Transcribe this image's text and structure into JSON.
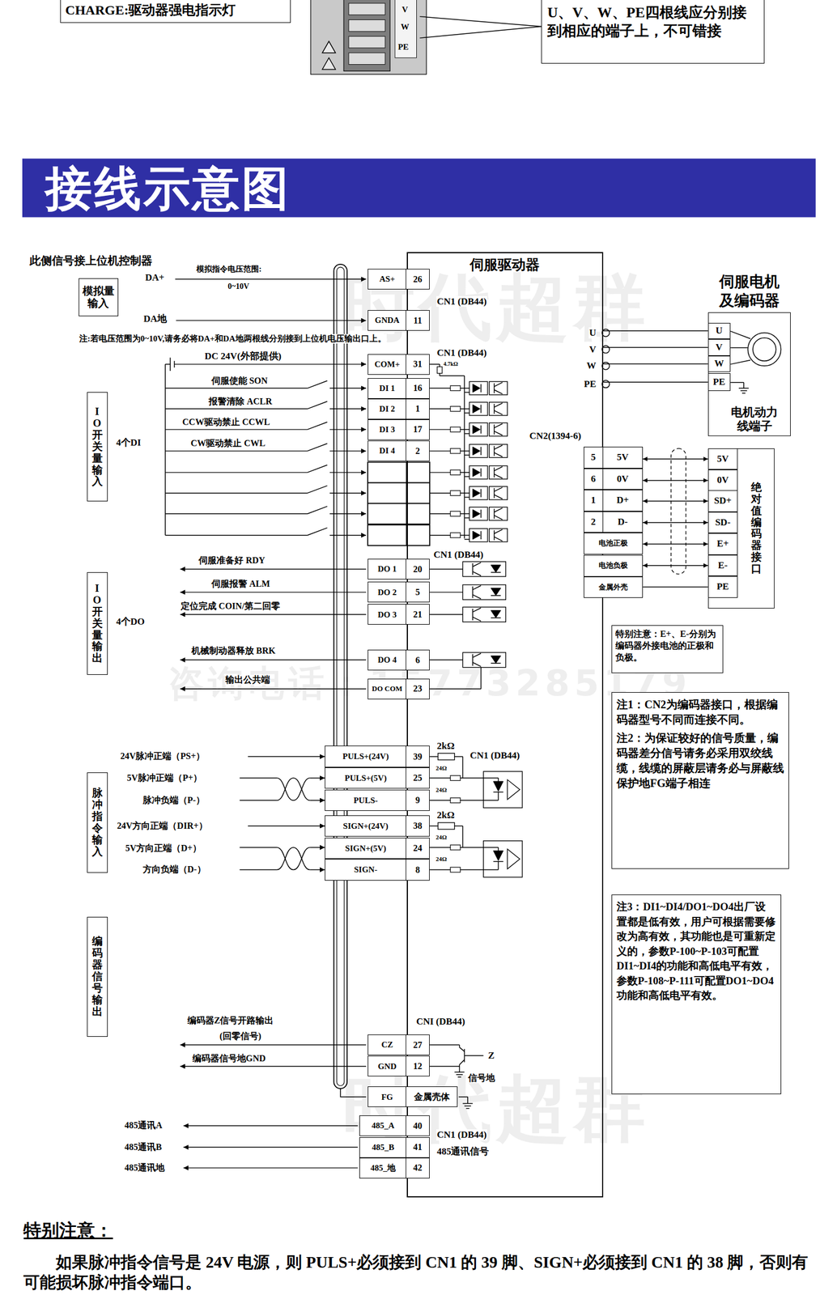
{
  "diagram": {
    "title": "接线示意图",
    "nodes": [
      {
        "text": [
          "CHARGE:驱动器强电指示灯"
        ]
      },
      {
        "text": [
          "U、V、W、PE四根线应分别接到相应的端子上，不可错接"
        ]
      },
      {
        "text": [
          "模拟量输入"
        ]
      },
      {
        "text": [
          "IO开关量输入"
        ]
      },
      {
        "text": [
          "IO开关量输出"
        ]
      },
      {
        "text": [
          "脉冲指令输入"
        ]
      },
      {
        "text": [
          "编码器信号输出"
        ]
      },
      {
        "text": [
          "伺服驱动器"
        ]
      },
      {
        "text": [
          "AS+",
          "26"
        ]
      },
      {
        "text": [
          "GNDA",
          "11"
        ]
      },
      {
        "text": [
          "COM+",
          "31"
        ]
      },
      {
        "text": [
          "DI 1",
          "16"
        ]
      },
      {
        "text": [
          "DI 2",
          "1"
        ]
      },
      {
        "text": [
          "DI 3",
          "17"
        ]
      },
      {
        "text": [
          "DI 4",
          "2"
        ]
      },
      {
        "text": [
          "DO 1",
          "20"
        ]
      },
      {
        "text": [
          "DO 2",
          "5"
        ]
      },
      {
        "text": [
          "DO 3",
          "21"
        ]
      },
      {
        "text": [
          "DO 4",
          "6"
        ]
      },
      {
        "text": [
          "DO COM",
          "23"
        ]
      },
      {
        "text": [
          "PULS+(24V)",
          "39"
        ]
      },
      {
        "text": [
          "PULS+(5V)",
          "25"
        ]
      },
      {
        "text": [
          "PULS-",
          "9"
        ]
      },
      {
        "text": [
          "SIGN+(24V)",
          "38"
        ]
      },
      {
        "text": [
          "SIGN+(5V)",
          "24"
        ]
      },
      {
        "text": [
          "SIGN-",
          "8"
        ]
      },
      {
        "text": [
          "CZ",
          "27"
        ]
      },
      {
        "text": [
          "GND",
          "12"
        ]
      },
      {
        "text": [
          "FG",
          "金属壳体"
        ]
      },
      {
        "text": [
          "485_A",
          "40"
        ]
      },
      {
        "text": [
          "485_B",
          "41"
        ]
      },
      {
        "text": [
          "485_地",
          "42"
        ]
      },
      {
        "text": [
          "5",
          "5V"
        ]
      },
      {
        "text": [
          "6",
          "0V"
        ]
      },
      {
        "text": [
          "1",
          "D+"
        ]
      },
      {
        "text": [
          "2",
          "D-"
        ]
      },
      {
        "text": [
          "电池正极"
        ]
      },
      {
        "text": [
          "电池负极"
        ]
      },
      {
        "text": [
          "金属外壳"
        ]
      },
      {
        "text": [
          "伺服电机及编码器",
          "电机动力线端子"
        ]
      },
      {
        "text": [
          "U"
        ],
        "in": 39
      },
      {
        "text": [
          "V"
        ],
        "in": 39
      },
      {
        "text": [
          "W"
        ],
        "in": 39
      },
      {
        "text": [
          "PE"
        ],
        "in": 39
      },
      {
        "text": [
          "绝对值编码器接口"
        ]
      },
      {
        "text": [
          "5V"
        ],
        "in": 44
      },
      {
        "text": [
          "0V"
        ],
        "in": 44
      },
      {
        "text": [
          "SD+"
        ],
        "in": 44
      },
      {
        "text": [
          "SD-"
        ],
        "in": 44
      },
      {
        "text": [
          "E+"
        ],
        "in": 44
      },
      {
        "text": [
          "E-"
        ],
        "in": 44
      },
      {
        "text": [
          "PE"
        ],
        "in": 44
      },
      {
        "text": [
          "特别注意：E+、E-分别为编码器外接电池的正极和负极。"
        ]
      },
      {
        "text": [
          "注1：CN2为编码器接口，根据编码器型号不同而连接不同。",
          "注2：为保证较好的信号质量，编码器差分信号请务必采用双绞线缆，线缆的屏蔽层请务必与屏蔽线保护地FG端子相连"
        ]
      },
      {
        "text": [
          "注3：DI1~DI4/DO1~DO4出厂设置都是低有效，用户可根据需要修改为高有效，其功能也是可重新定义的，参数P-100~P-103可配置DI1~DI4的功能和高低电平有效，参数P-108~P-111可配置DO1~DO4功能和高低电平有效。"
        ]
      }
    ],
    "edges": [
      {
        "from": 7,
        "to": 40,
        "arrow": "none"
      },
      {
        "from": 7,
        "to": 41,
        "arrow": "none"
      },
      {
        "from": 7,
        "to": 42,
        "arrow": "none"
      },
      {
        "from": 7,
        "to": 43,
        "arrow": "none"
      },
      {
        "from": 32,
        "to": 45,
        "arrow": "both"
      },
      {
        "from": 33,
        "to": 46,
        "arrow": "both"
      },
      {
        "from": 34,
        "to": 47,
        "arrow": "both"
      },
      {
        "from": 35,
        "to": 48,
        "arrow": "both"
      },
      {
        "from": 36,
        "to": 49,
        "arrow": "both"
      },
      {
        "from": 37,
        "to": 50,
        "arrow": "both"
      },
      {
        "from": 38,
        "to": 51,
        "arrow": "none"
      }
    ],
    "labels": [
      "V",
      "W",
      "PE",
      "此侧信号接上位机控制器",
      "模拟指令电压范围:",
      "0~10V",
      "DA+",
      "DA地",
      "注:若电压范围为0~10V,请务必将DA+和DA地两根线分别接到上位机电压输出口上。",
      "DC 24V(外部提供)",
      "伺服使能 SON",
      "报警清除 ACLR",
      "CCW驱动禁止 CCWL",
      "CW驱动禁止 CWL",
      "4个DI",
      "伺服准备好 RDY",
      "伺服报警 ALM",
      "定位完成 COIN/第二回零",
      "4个DO",
      "机械制动器释放 BRK",
      "输出公共端",
      "24V脉冲正端（PS+）",
      "5V脉冲正端（P+）",
      "脉冲负端（P-）",
      "24V方向正端（DIR+）",
      "5V方向正端（D+）",
      "方向负端（D-）",
      "编码器Z信号开路输出",
      "(回零信号)",
      "编码器信号地GND",
      "485通讯A",
      "485通讯B",
      "485通讯地",
      "CN1 (DB44)",
      "CN1 (DB44)",
      "4.7kΩ",
      "CN1 (DB44)",
      "2kΩ",
      "CN1 (DB44)",
      "24Ω",
      "24Ω",
      "2kΩ",
      "24Ω",
      "24Ω",
      "CNI (DB44)",
      "Z",
      "信号地",
      "CN1 (DB44)",
      "485通讯信号",
      "U",
      "V",
      "W",
      "PE",
      "CN2(1394-6)",
      "时代超群",
      "时代超群",
      "咨询电话：15773285179",
      "特别注意：",
      "如果脉冲指令信号是 24V 电源，则 PULS+必须接到 CN1 的 39 脚、SIGN+必须接到 CN1 的 38 脚，否则有可能损坏脉冲指令端口。"
    ]
  }
}
